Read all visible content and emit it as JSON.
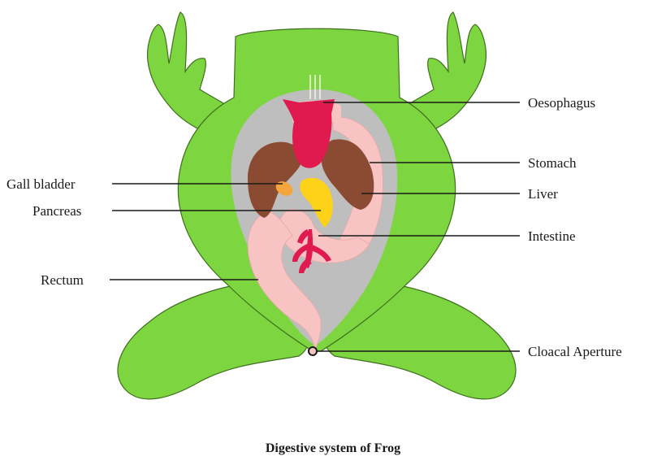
{
  "caption": "Digestive system of Frog",
  "labels": {
    "oesophagus": "Oesophagus",
    "stomach": "Stomach",
    "liver": "Liver",
    "intestine": "Intestine",
    "cloacal_aperture": "Cloacal Aperture",
    "gall_bladder": "Gall bladder",
    "pancreas": "Pancreas",
    "rectum": "Rectum"
  },
  "colors": {
    "skin": "#7dd63f",
    "skin_outline": "#3f6e1f",
    "body_cavity": "#bebebe",
    "gut": "#f7c3c3",
    "heart": "#e01a4f",
    "liver": "#8b4a32",
    "pancreas": "#ffd21a",
    "gall_bladder": "#f4a53c",
    "leader_line": "#1a1a1a"
  }
}
